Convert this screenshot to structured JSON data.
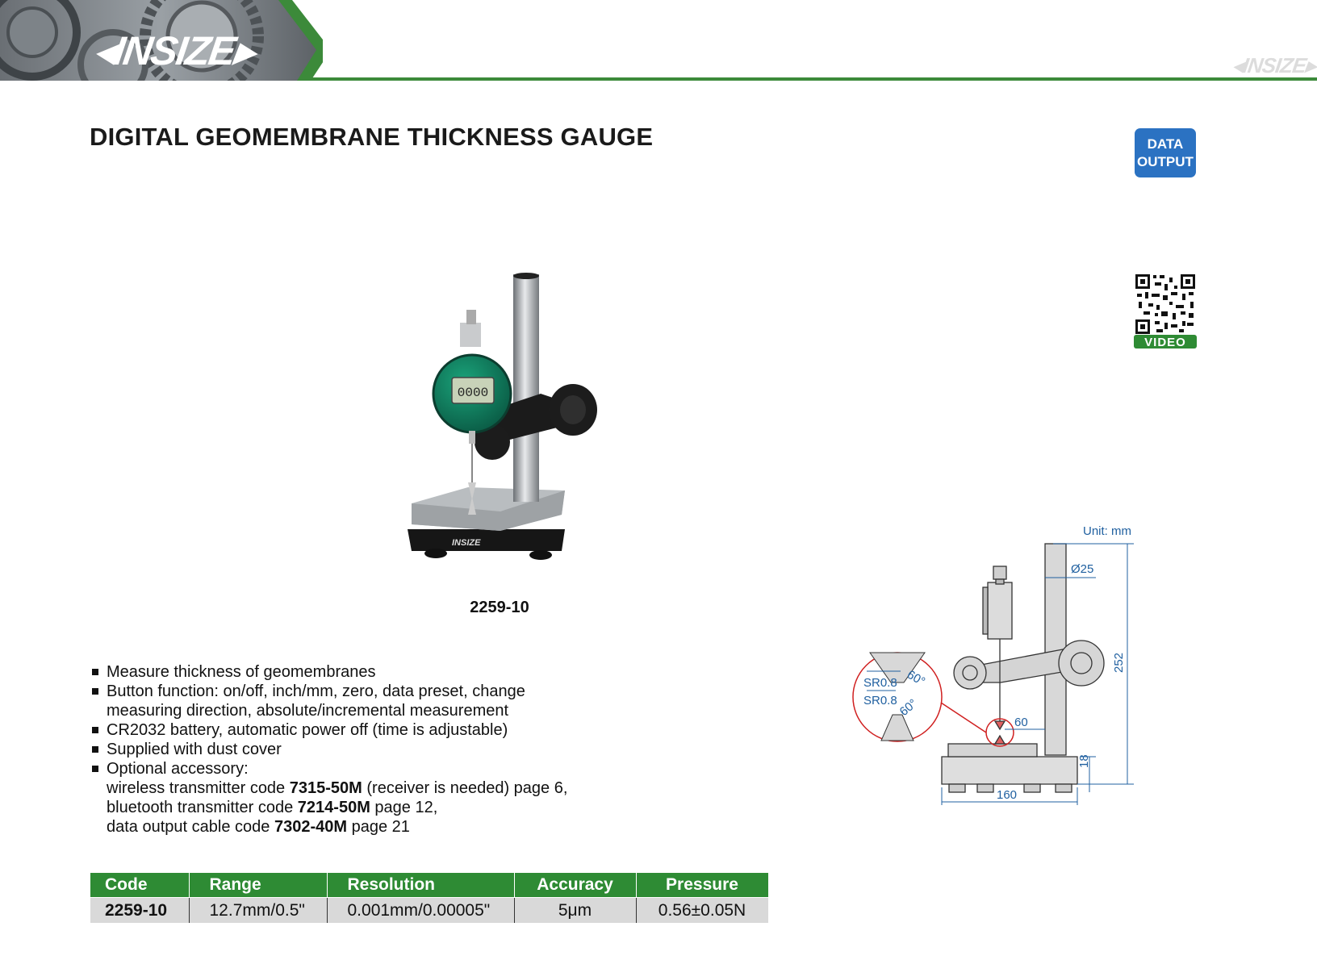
{
  "header": {
    "brand": "INSIZE",
    "brand_small": "INSIZE"
  },
  "title": "DIGITAL GEOMEMBRANE THICKNESS GAUGE",
  "badge": {
    "line1": "DATA",
    "line2": "OUTPUT"
  },
  "qr": {
    "label": "VIDEO"
  },
  "product": {
    "code": "2259-10",
    "display": "0000",
    "base_brand": "INSIZE"
  },
  "features": [
    "Measure thickness of geomembranes",
    "Button function: on/off, inch/mm, zero, data preset, change",
    "measuring direction, absolute/incremental measurement",
    "CR2032 battery, automatic power off (time is adjustable)",
    "Supplied with dust cover",
    "Optional accessory:"
  ],
  "accessories": [
    {
      "pre": "wireless transmitter code ",
      "code": "7315-50M",
      "post": " (receiver is needed) page 6,"
    },
    {
      "pre": "bluetooth transmitter code ",
      "code": "7214-50M",
      "post": " page 12,"
    },
    {
      "pre": "data output cable code ",
      "code": "7302-40M",
      "post": " page 21"
    }
  ],
  "table": {
    "headers": [
      "Code",
      "Range",
      "Resolution",
      "Accuracy",
      "Pressure"
    ],
    "row": [
      "2259-10",
      "12.7mm/0.5\"",
      "0.001mm/0.00005\"",
      "5μm",
      "0.56±0.05N"
    ]
  },
  "drawing": {
    "unit": "Unit: mm",
    "diameter": "Ø25",
    "height": "252",
    "tip_radius_top": "SR0.8",
    "tip_radius_bottom": "SR0.8",
    "angle_top": "60°",
    "angle_bottom": "60°",
    "throat": "60",
    "base_height": "18",
    "base_width": "160"
  },
  "colors": {
    "brand_green": "#3c8a3a",
    "table_header": "#2e8b34",
    "badge_blue": "#2b72c2",
    "drawing_blue": "#2060a0",
    "callout_red": "#d02020"
  }
}
